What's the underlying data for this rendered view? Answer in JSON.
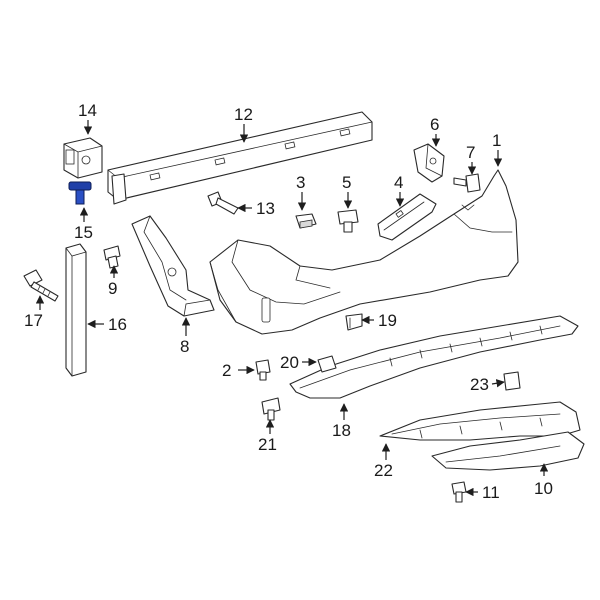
{
  "diagram": {
    "highlight_color": "#1f3fa8",
    "callouts": [
      {
        "id": "c1",
        "label": "1"
      },
      {
        "id": "c2",
        "label": "2"
      },
      {
        "id": "c3",
        "label": "3"
      },
      {
        "id": "c4",
        "label": "4"
      },
      {
        "id": "c5",
        "label": "5"
      },
      {
        "id": "c6",
        "label": "6"
      },
      {
        "id": "c7",
        "label": "7"
      },
      {
        "id": "c8",
        "label": "8"
      },
      {
        "id": "c9",
        "label": "9"
      },
      {
        "id": "c10",
        "label": "10"
      },
      {
        "id": "c11",
        "label": "11"
      },
      {
        "id": "c12",
        "label": "12"
      },
      {
        "id": "c13",
        "label": "13"
      },
      {
        "id": "c14",
        "label": "14"
      },
      {
        "id": "c15",
        "label": "15"
      },
      {
        "id": "c16",
        "label": "16"
      },
      {
        "id": "c17",
        "label": "17"
      },
      {
        "id": "c18",
        "label": "18"
      },
      {
        "id": "c19",
        "label": "19"
      },
      {
        "id": "c20",
        "label": "20"
      },
      {
        "id": "c21",
        "label": "21"
      },
      {
        "id": "c22",
        "label": "22"
      },
      {
        "id": "c23",
        "label": "23"
      }
    ]
  }
}
